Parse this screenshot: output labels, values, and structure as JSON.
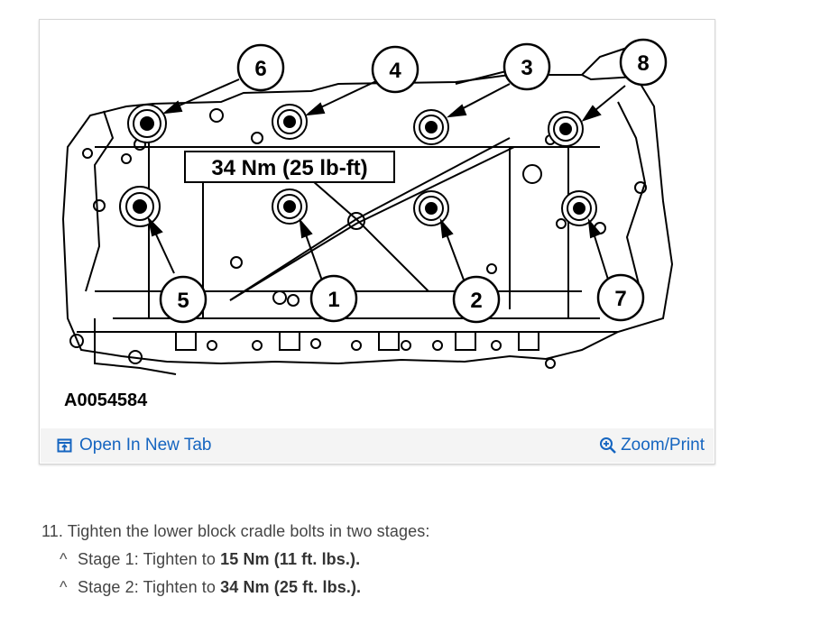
{
  "figure": {
    "callouts": [
      "6",
      "4",
      "3",
      "8",
      "5",
      "1",
      "2",
      "7"
    ],
    "torque_label": "34 Nm (25 lb-ft)",
    "figure_id": "A0054584",
    "open_tab_label": "Open In New Tab",
    "zoom_label": "Zoom/Print"
  },
  "instructions": {
    "step_number": "11.",
    "step_text": "Tighten the lower block cradle bolts in two stages:",
    "substeps": [
      {
        "marker": "^",
        "prefix": "Stage 1: Tighten to ",
        "value": "15 Nm (11 ft. lbs.)."
      },
      {
        "marker": "^",
        "prefix": "Stage 2: Tighten to ",
        "value": "34 Nm (25 ft. lbs.)."
      }
    ]
  }
}
